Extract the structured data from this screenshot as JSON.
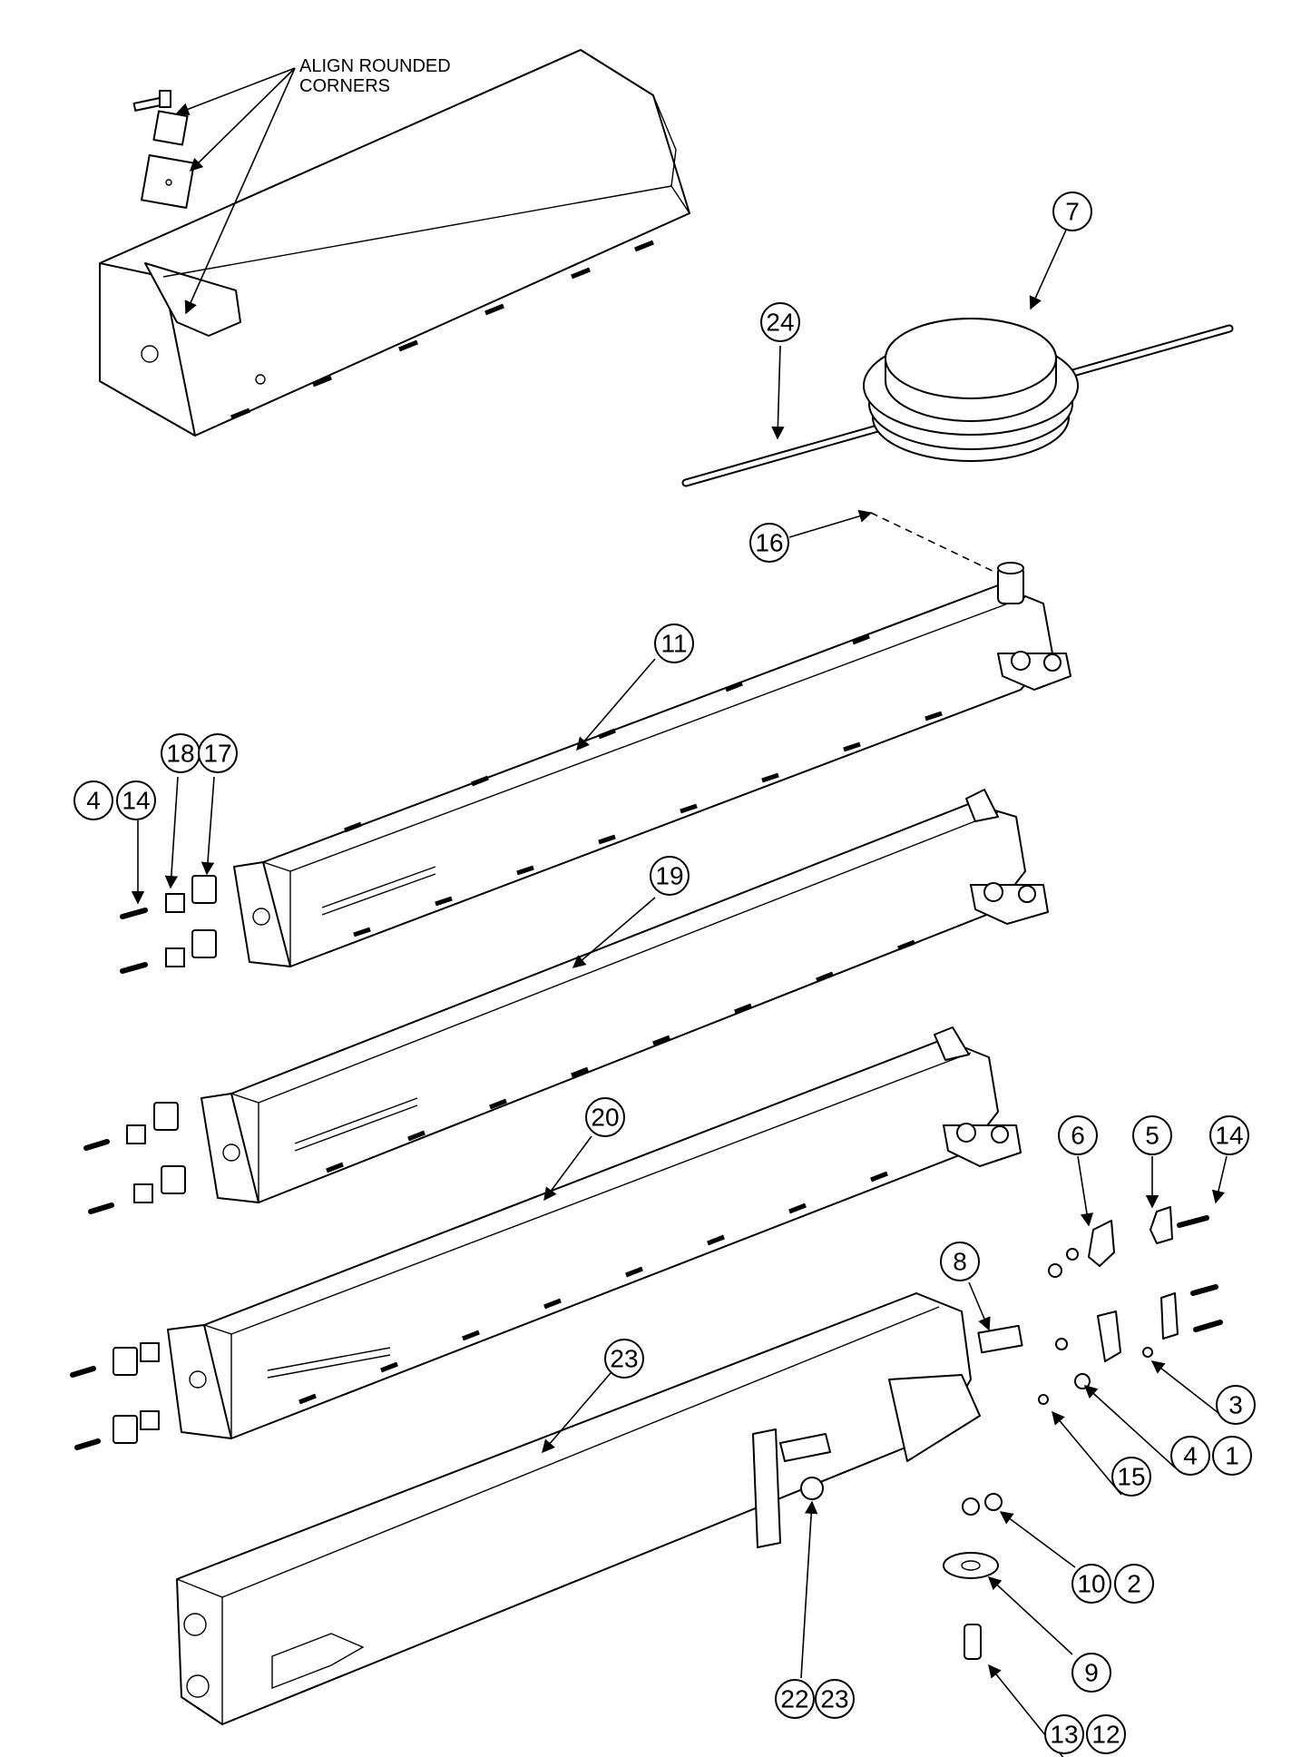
{
  "note": {
    "line1": "ALIGN ROUNDED",
    "line2": "CORNERS"
  },
  "callouts": {
    "c1": "1",
    "c2": "2",
    "c3": "3",
    "c4a": "4",
    "c4b": "4",
    "c5": "5",
    "c6": "6",
    "c7": "7",
    "c8": "8",
    "c9": "9",
    "c10": "10",
    "c11": "11",
    "c12": "12",
    "c13": "13",
    "c14a": "14",
    "c14b": "14",
    "c15": "15",
    "c16": "16",
    "c17": "17",
    "c18": "18",
    "c19": "19",
    "c20": "20",
    "c22": "22",
    "c23a": "23",
    "c23b": "23",
    "c24": "24"
  }
}
